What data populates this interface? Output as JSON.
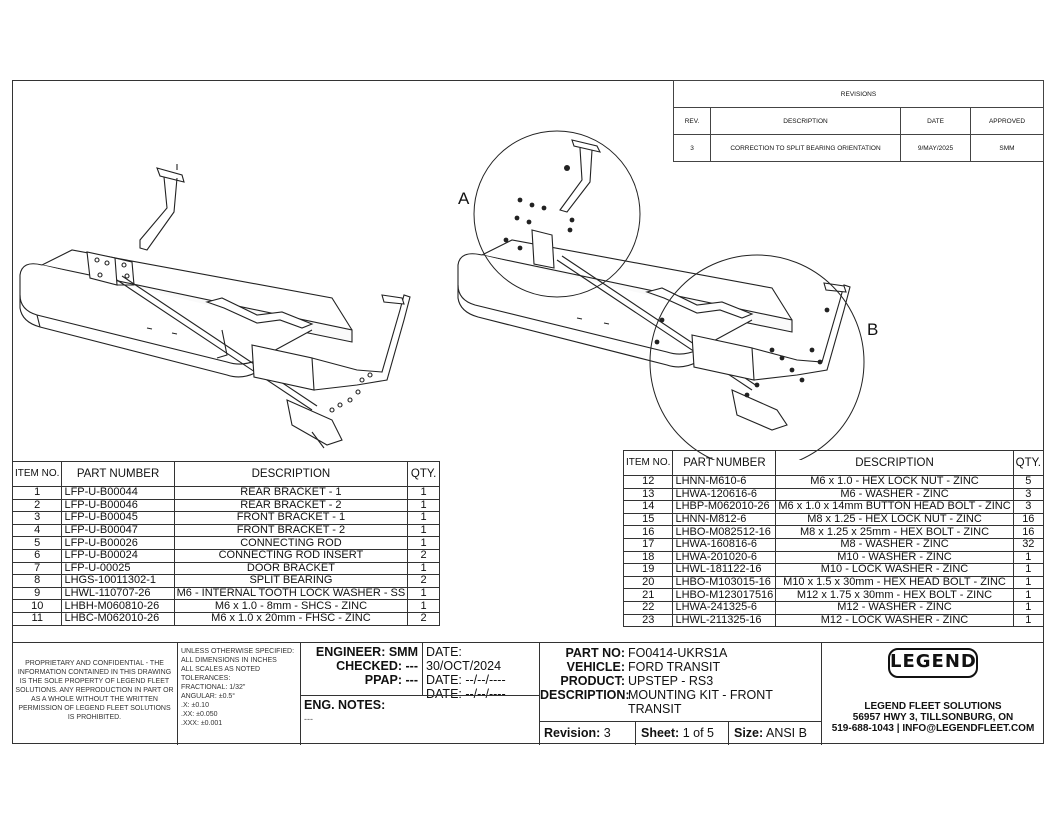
{
  "revisions": {
    "title": "REVISIONS",
    "headers": [
      "REV.",
      "DESCRIPTION",
      "DATE",
      "APPROVED"
    ],
    "rows": [
      [
        "3",
        "CORRECTION TO SPLIT BEARING ORIENTATION",
        "9/MAY/2025",
        "SMM"
      ]
    ]
  },
  "callouts": {
    "a": "A",
    "b": "B"
  },
  "bom_headers": {
    "item": "ITEM NO.",
    "part": "PART NUMBER",
    "desc": "DESCRIPTION",
    "qty": "QTY."
  },
  "bom_left": [
    {
      "item": "1",
      "part": "LFP-U-B00044",
      "desc": "REAR BRACKET - 1",
      "qty": "1"
    },
    {
      "item": "2",
      "part": "LFP-U-B00046",
      "desc": "REAR BRACKET - 2",
      "qty": "1"
    },
    {
      "item": "3",
      "part": "LFP-U-B00045",
      "desc": "FRONT BRACKET - 1",
      "qty": "1"
    },
    {
      "item": "4",
      "part": "LFP-U-B00047",
      "desc": "FRONT BRACKET - 2",
      "qty": "1"
    },
    {
      "item": "5",
      "part": "LFP-U-B00026",
      "desc": "CONNECTING ROD",
      "qty": "1"
    },
    {
      "item": "6",
      "part": "LFP-U-B00024",
      "desc": "CONNECTING ROD INSERT",
      "qty": "2"
    },
    {
      "item": "7",
      "part": "LFP-U-00025",
      "desc": "DOOR BRACKET",
      "qty": "1"
    },
    {
      "item": "8",
      "part": "LHGS-10011302-1",
      "desc": "SPLIT BEARING",
      "qty": "2"
    },
    {
      "item": "9",
      "part": "LHWL-110707-26",
      "desc": "M6 - INTERNAL TOOTH LOCK WASHER - SS",
      "qty": "1"
    },
    {
      "item": "10",
      "part": "LHBH-M060810-26",
      "desc": "M6 x 1.0 - 8mm - SHCS - ZINC",
      "qty": "1"
    },
    {
      "item": "11",
      "part": "LHBC-M062010-26",
      "desc": "M6 x 1.0 x 20mm - FHSC - ZINC",
      "qty": "2"
    }
  ],
  "bom_right": [
    {
      "item": "12",
      "part": "LHNN-M610-6",
      "desc": "M6 x 1.0 - HEX LOCK NUT - ZINC",
      "qty": "5"
    },
    {
      "item": "13",
      "part": "LHWA-120616-6",
      "desc": "M6 - WASHER - ZINC",
      "qty": "3"
    },
    {
      "item": "14",
      "part": "LHBP-M062010-26",
      "desc": "M6 x 1.0 x 14mm BUTTON HEAD BOLT - ZINC",
      "qty": "3"
    },
    {
      "item": "15",
      "part": "LHNN-M812-6",
      "desc": "M8 x 1.25 - HEX LOCK NUT - ZINC",
      "qty": "16"
    },
    {
      "item": "16",
      "part": "LHBO-M082512-16",
      "desc": "M8 x 1.25 x 25mm - HEX BOLT - ZINC",
      "qty": "16"
    },
    {
      "item": "17",
      "part": "LHWA-160816-6",
      "desc": "M8 - WASHER - ZINC",
      "qty": "32"
    },
    {
      "item": "18",
      "part": "LHWA-201020-6",
      "desc": "M10 - WASHER - ZINC",
      "qty": "1"
    },
    {
      "item": "19",
      "part": "LHWL-181122-16",
      "desc": "M10 - LOCK WASHER - ZINC",
      "qty": "1"
    },
    {
      "item": "20",
      "part": "LHBO-M103015-16",
      "desc": "M10 x 1.5 x 30mm - HEX HEAD BOLT - ZINC",
      "qty": "1"
    },
    {
      "item": "21",
      "part": "LHBO-M123017516",
      "desc": "M12 x 1.75 x 30mm - HEX BOLT - ZINC",
      "qty": "1"
    },
    {
      "item": "22",
      "part": "LHWA-241325-6",
      "desc": "M12 - WASHER - ZINC",
      "qty": "1"
    },
    {
      "item": "23",
      "part": "LHWL-211325-16",
      "desc": "M12 - LOCK WASHER - ZINC",
      "qty": "1"
    }
  ],
  "title_block": {
    "proprietary": "PROPRIETARY AND CONFIDENTIAL - THE INFORMATION CONTAINED IN THIS DRAWING IS THE SOLE PROPERTY OF LEGEND FLEET SOLUTIONS. ANY REPRODUCTION IN PART OR AS A WHOLE WITHOUT THE WRITTEN PERMISSION OF LEGEND FLEET SOLUTIONS IS PROHIBITED.",
    "tolerances": [
      "UNLESS OTHERWISE SPECIFIED:",
      "ALL DIMENSIONS IN INCHES",
      "ALL SCALES AS NOTED",
      "TOLERANCES:",
      "FRACTIONAL: 1/32\"",
      "ANGULAR: ±0.5°",
      ".X:  ±0.10",
      ".XX:  ±0.050",
      ".XXX:  ±0.001"
    ],
    "engineer": "ENGINEER: SMM",
    "checked": "CHECKED: ---",
    "ppap": "PPAP: ---",
    "date1": "DATE: 30/OCT/2024",
    "date2": "DATE: --/--/----",
    "date3": "DATE: --/--/----",
    "eng_notes_label": "ENG. NOTES:",
    "eng_notes": "---",
    "part_no_label": "PART NO:",
    "part_no": "FO0414-UKRS1A",
    "vehicle_label": "VEHICLE:",
    "vehicle": "FORD TRANSIT",
    "product_label": "PRODUCT:",
    "product": "UPSTEP - RS3",
    "description_label": "DESCRIPTION:",
    "description": "MOUNTING KIT - FRONT TRANSIT",
    "revision_label": "Revision:",
    "revision": "3",
    "sheet_label": "Sheet:",
    "sheet": "1 of 5",
    "size_label": "Size:",
    "size": "ANSI B",
    "logo": "LEGEND",
    "company": "LEGEND FLEET SOLUTIONS",
    "address": "56957 HWY 3, TILLSONBURG, ON",
    "contact": "519-688-1043 | INFO@LEGENDFLEET.COM"
  }
}
